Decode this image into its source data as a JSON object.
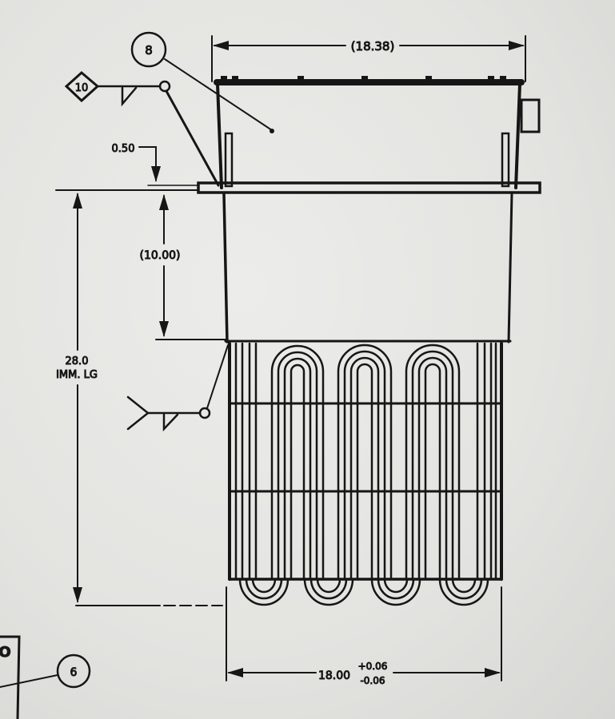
{
  "drawing": {
    "balloons": {
      "item_8": "8",
      "item_10": "10",
      "item_6": "6"
    },
    "dimensions": {
      "overall_width_ref": "(18.38)",
      "flange_offset": "0.50",
      "depth_ref": "(10.00)",
      "immersion_length": "28.0",
      "immersion_label": "IMM. LG",
      "element_width": "18.00",
      "tolerance_plus": "+0.06",
      "tolerance_minus": "-0.06"
    },
    "corner_box_letter": "O"
  }
}
